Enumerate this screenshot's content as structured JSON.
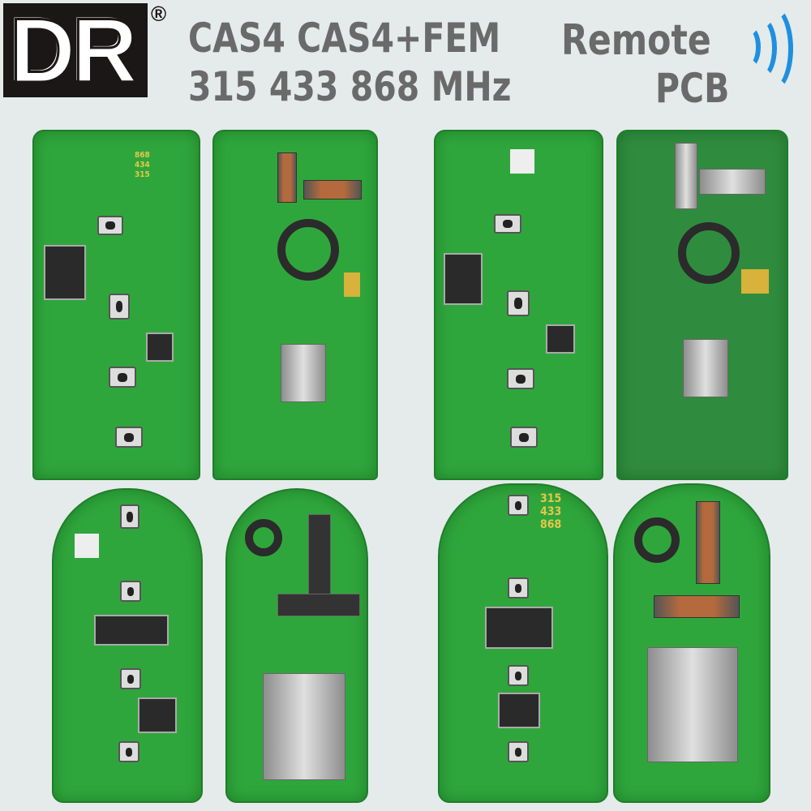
{
  "brand": {
    "logo_text": "DR",
    "registered_mark": "®"
  },
  "header": {
    "line1": "CAS4 CAS4+FEM",
    "line2": "315 433 868 MHz",
    "right_line1": "Remote",
    "right_line2": "PCB"
  },
  "icons": {
    "signal": "wireless-signal-icon"
  },
  "boards": {
    "freq_labels_a": [
      "868",
      "434",
      "315"
    ],
    "freq_labels_b": [
      "315",
      "433",
      "868"
    ]
  },
  "colors": {
    "pcb": "#2fa63c",
    "signal": "#1f8fe0",
    "text": "#6a6a6a"
  }
}
